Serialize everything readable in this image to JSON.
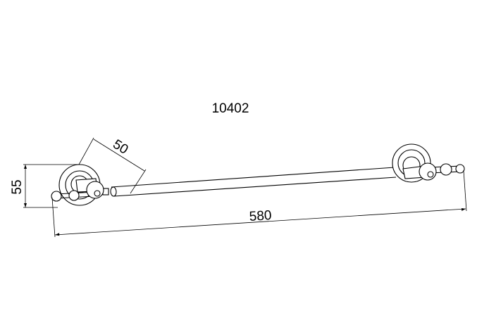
{
  "drawing": {
    "model_number": "10402",
    "dimensions": {
      "height": "55",
      "projection": "50",
      "length": "580"
    }
  }
}
